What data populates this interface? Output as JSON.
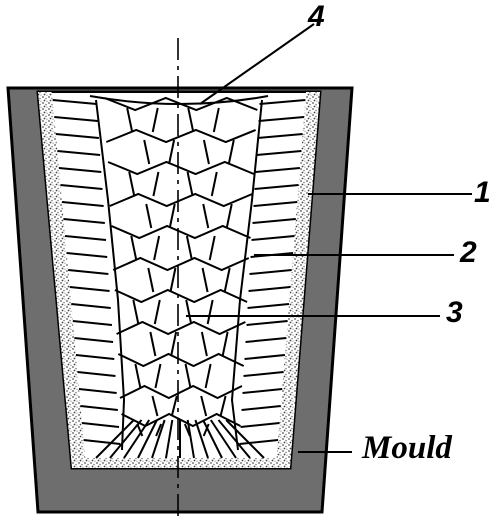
{
  "labels": {
    "zone1": "1",
    "zone2": "2",
    "zone3": "3",
    "zone4": "4",
    "mould": "Mould"
  },
  "colors": {
    "mould": "#6e6e6e",
    "outline": "#000000",
    "casting": "#ffffff",
    "chill_zone": "#8a8a8a"
  }
}
